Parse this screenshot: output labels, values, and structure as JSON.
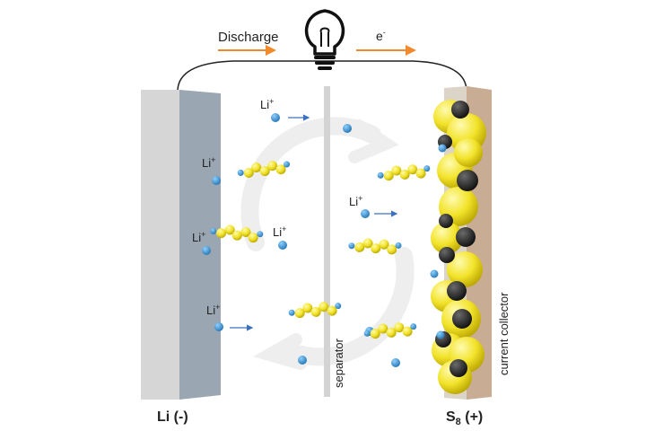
{
  "labels": {
    "discharge": "Discharge",
    "electron": "e",
    "electron_sup": "-",
    "li_ion": "Li",
    "li_ion_sup": "+",
    "separator": "separator",
    "current_collector": "current collector",
    "anode": "Li (-)",
    "cathode_main": "S",
    "cathode_sub": "8",
    "cathode_sign": " (+)"
  },
  "colors": {
    "li_ion": "#2a86c8",
    "sulfur": "#f2e32a",
    "carbon": "#1f1f1f",
    "arrow_orange": "#f08a2c",
    "arrow_blue": "#3a72c0",
    "anode_face": "#9aa6b2",
    "anode_side": "#d6d6d6",
    "collector": "#c8ad94",
    "separator": "#d3d3d3",
    "wire": "#222222"
  },
  "icons": {
    "bulb": "light-bulb-icon",
    "cycle": "cycle-arrows-icon"
  }
}
